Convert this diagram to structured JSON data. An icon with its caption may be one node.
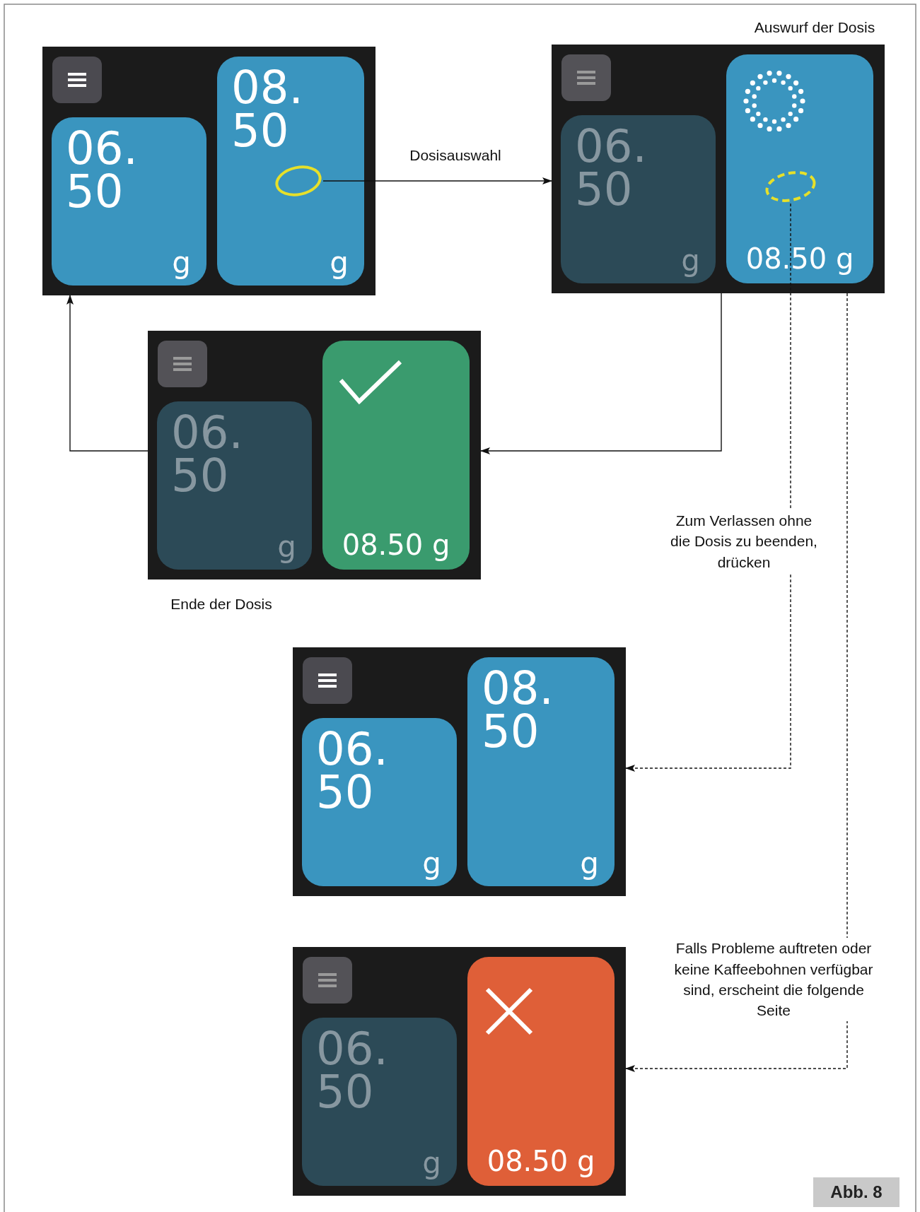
{
  "diagram": {
    "nodes": [
      {
        "text": [],
        "shape": "box"
      },
      {
        "text": [
          "06. 50",
          "g"
        ],
        "in": 0
      },
      {
        "text": [
          "08. 50",
          "g"
        ],
        "in": 0
      },
      {
        "text": [],
        "shape": "circle",
        "in": 2
      },
      {
        "text": [],
        "shape": "box",
        "beside": [
          "Auswurf der Dosis"
        ]
      },
      {
        "text": [
          "06. 50",
          "g"
        ],
        "in": 4
      },
      {
        "text": [
          "08.50 g"
        ],
        "in": 4
      },
      {
        "text": [],
        "shape": "circle",
        "in": 6
      },
      {
        "text": [],
        "shape": "box",
        "beside": [
          "Ende der Dosis"
        ]
      },
      {
        "text": [
          "06. 50",
          "g"
        ],
        "in": 8
      },
      {
        "text": [
          "08.50 g"
        ],
        "in": 8
      },
      {
        "text": [],
        "shape": "box"
      },
      {
        "text": [
          "06. 50",
          "g"
        ],
        "in": 11
      },
      {
        "text": [
          "08. 50",
          "g"
        ],
        "in": 11
      },
      {
        "text": [],
        "shape": "box"
      },
      {
        "text": [
          "06. 50",
          "g"
        ],
        "in": 14
      },
      {
        "text": [
          "08.50 g"
        ],
        "in": 14
      }
    ],
    "edges": [
      {
        "from": 3,
        "to": 4,
        "arrow": "to",
        "label": "Dosisauswahl"
      },
      {
        "from": 4,
        "to": 8,
        "arrow": "to"
      },
      {
        "from": 8,
        "to": 0,
        "arrow": "to"
      },
      {
        "from": 7,
        "to": 11,
        "arrow": "to",
        "style": "dashed",
        "label": "Zum Verlassen ohne die Dosis zu beenden, drücken"
      },
      {
        "from": 4,
        "to": 14,
        "arrow": "to",
        "style": "dashed",
        "label": "Falls Probleme auftreten oder keine Kaffeebohnen verfügbar sind, erscheint die folgende Seite"
      }
    ],
    "labels": [
      "Abb. 8"
    ]
  }
}
